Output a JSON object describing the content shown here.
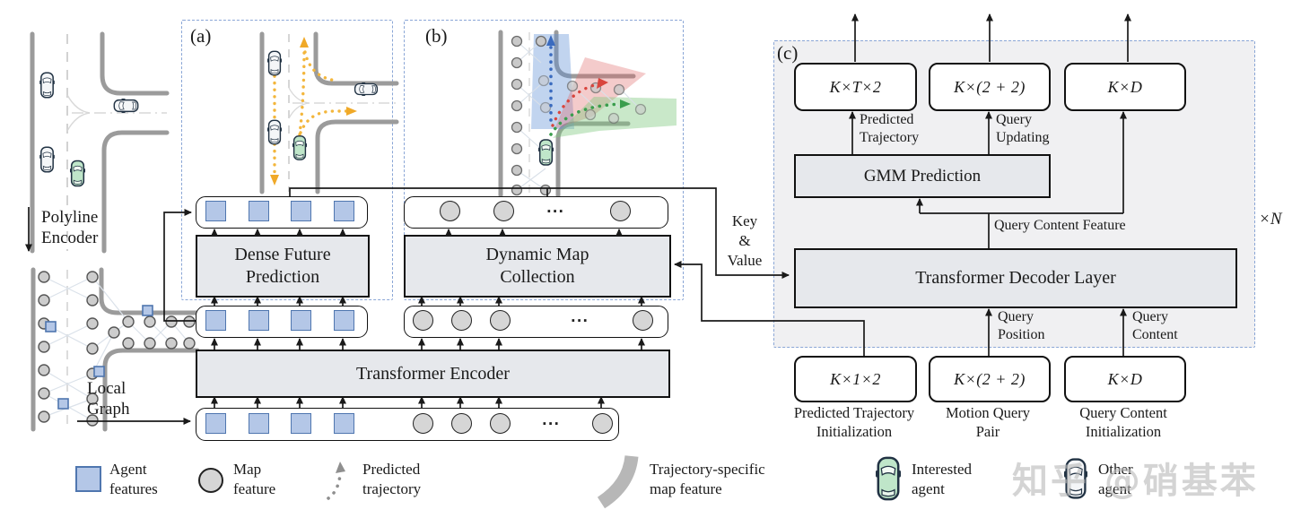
{
  "figure": {
    "panel_a_label": "(a)",
    "panel_b_label": "(b)",
    "panel_c_label": "(c)",
    "repeat_label": "×N",
    "polyline_encoder": [
      "Polyline",
      "Encoder"
    ],
    "local_graph": [
      "Local",
      "Graph"
    ],
    "ellipsis": "...",
    "blocks": {
      "dense_future_prediction": [
        "Dense Future",
        "Prediction"
      ],
      "dynamic_map_collection": [
        "Dynamic Map",
        "Collection"
      ],
      "transformer_encoder": "Transformer Encoder",
      "gmm_prediction": "GMM Prediction",
      "transformer_decoder_layer": "Transformer Decoder Layer"
    },
    "key_value": [
      "Key",
      "&",
      "Value"
    ],
    "decoder_labels": {
      "predicted_trajectory": [
        "Predicted",
        "Trajectory"
      ],
      "query_updating": [
        "Query",
        "Updating"
      ],
      "query_content_feature": "Query Content Feature",
      "query_position": [
        "Query",
        "Position"
      ],
      "query_content": [
        "Query",
        "Content"
      ]
    },
    "top_boxes": [
      {
        "dim": "K×T×2"
      },
      {
        "dim": "K×(2 + 2)"
      },
      {
        "dim": "K×D"
      }
    ],
    "bottom_boxes": [
      {
        "dim": "K×1×2",
        "label": [
          "Predicted Trajectory",
          "Initialization"
        ]
      },
      {
        "dim": "K×(2 + 2)",
        "label": [
          "Motion Query",
          "Pair"
        ]
      },
      {
        "dim": "K×D",
        "label": [
          "Query Content",
          "Initialization"
        ]
      }
    ]
  },
  "legend": {
    "items": [
      {
        "l1": "Agent",
        "l2": "features"
      },
      {
        "l1": "Map",
        "l2": "feature"
      },
      {
        "l1": "Predicted",
        "l2": "trajectory"
      },
      {
        "l1": "Trajectory-specific",
        "l2": "map feature"
      },
      {
        "l1": "Interested",
        "l2": "agent"
      },
      {
        "l1": "Other",
        "l2": "agent"
      }
    ]
  },
  "watermark": "知乎 @硝基苯",
  "colors": {
    "agent_feature_fill": "#b4c7e7",
    "agent_feature_border": "#4f76af",
    "map_feature_fill": "#d6d6d6",
    "block_fill": "#e6e8ec",
    "panel_dash_blue": "#8aa6d6",
    "panel_c_fill": "#f0f0f2",
    "trajectory_yellow": "#f3b63c",
    "mode_blue": "#3a6bbf",
    "mode_red": "#d9453d",
    "mode_green": "#3a9e4d",
    "road_gray": "#9b9b9b",
    "interested_agent_green": "#bfe6c9",
    "other_agent_white": "#f4f6f8"
  }
}
